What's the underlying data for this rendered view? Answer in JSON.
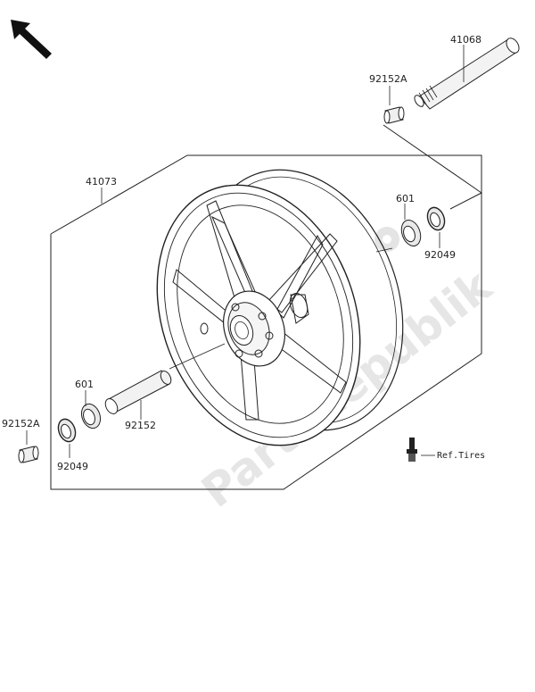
{
  "watermark": "PartsRepublik",
  "labels": {
    "axle": "41068",
    "collar_top": "92152A",
    "wheel": "41073",
    "bearing_right": "601",
    "seal_right": "92049",
    "bearing_left": "601",
    "collar_left": "92152A",
    "seal_left": "92049",
    "spacer": "92152",
    "ref_tires": "Ref.Tires"
  }
}
